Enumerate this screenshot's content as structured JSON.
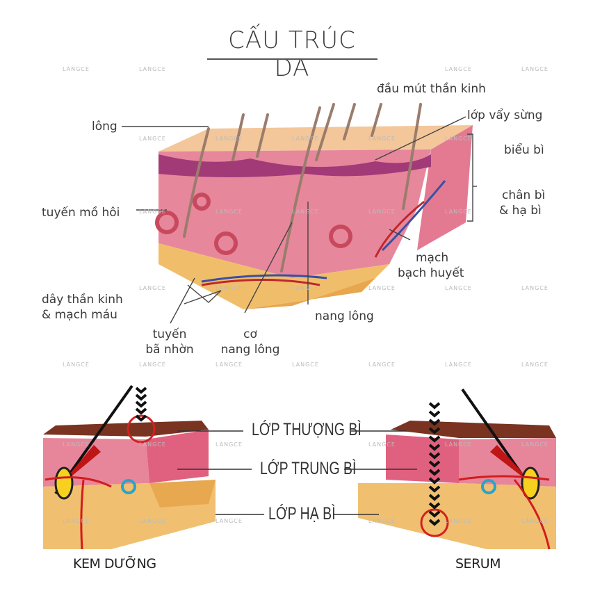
{
  "title": "CẤU TRÚC DA",
  "watermark": "LANGCE",
  "top_diagram": {
    "labels": {
      "long": "lông",
      "dau_mut": "đầu mút thần kinh",
      "lop_vay_sung": "lớp vẩy sừng",
      "bieu_bi": "biểu bì",
      "chan_bi_1": "chân bì",
      "chan_bi_2": "& hạ bì",
      "tuyen_mo_hoi": "tuyến mồ hôi",
      "mach_1": "mạch",
      "mach_2": "bạch huyết",
      "day_than_kinh_1": "dây thần kinh",
      "day_than_kinh_2": "& mạch máu",
      "nang_long": "nang lông",
      "tuyen_ba_1": "tuyến",
      "tuyen_ba_2": "bã nhờn",
      "co_1": "cơ",
      "co_2": "nang lông"
    }
  },
  "bottom_diagram": {
    "layers": [
      "LỚP THƯỢNG BÌ",
      "LỚP TRUNG BÌ",
      "LỚP HẠ BÌ"
    ],
    "left_caption": "KEM DƯỠNG",
    "right_caption": "SERUM"
  },
  "colors": {
    "accent": "#d42020",
    "skin_pink": "#e8869a",
    "fat": "#f1c27a"
  }
}
